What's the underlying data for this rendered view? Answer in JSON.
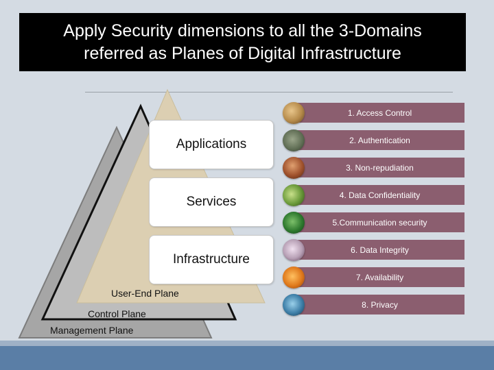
{
  "title": {
    "line1": "Apply Security dimensions to all the 3-Domains",
    "line2": "referred as Planes of Digital Infrastructure"
  },
  "domains": [
    "Applications",
    "Services",
    "Infrastructure"
  ],
  "planes": {
    "user_end": "User-End Plane",
    "control": "Control Plane",
    "management": "Management Plane"
  },
  "dimensions": [
    {
      "label": "1. Access Control",
      "icon": "bronze-sculpture-icon",
      "color": "#b58a4a"
    },
    {
      "label": "2. Authentication",
      "icon": "alligator-icon",
      "color": "#5d6b52"
    },
    {
      "label": "3. Non-repudiation",
      "icon": "clay-pot-icon",
      "color": "#a0522d"
    },
    {
      "label": "4. Data Confidentiality",
      "icon": "green-leaf-icon",
      "color": "#6a9a3a"
    },
    {
      "label": "5.Communication security",
      "icon": "green-plant-icon",
      "color": "#2f7a2f"
    },
    {
      "label": "6. Data Integrity",
      "icon": "pink-flowers-icon",
      "color": "#b7a0b5"
    },
    {
      "label": "7. Availability",
      "icon": "orange-flowers-icon",
      "color": "#e07a1c"
    },
    {
      "label": "8. Privacy",
      "icon": "dragonfly-icon",
      "color": "#3e7fa8"
    }
  ],
  "colors": {
    "title_bg": "#000000",
    "dimension_bar": "#8b5e6f",
    "triangle_front": "#dccfb2",
    "triangle_middle": "#bdbdbd",
    "triangle_back": "#a6a6a6",
    "footer": "#5a7ea6"
  }
}
